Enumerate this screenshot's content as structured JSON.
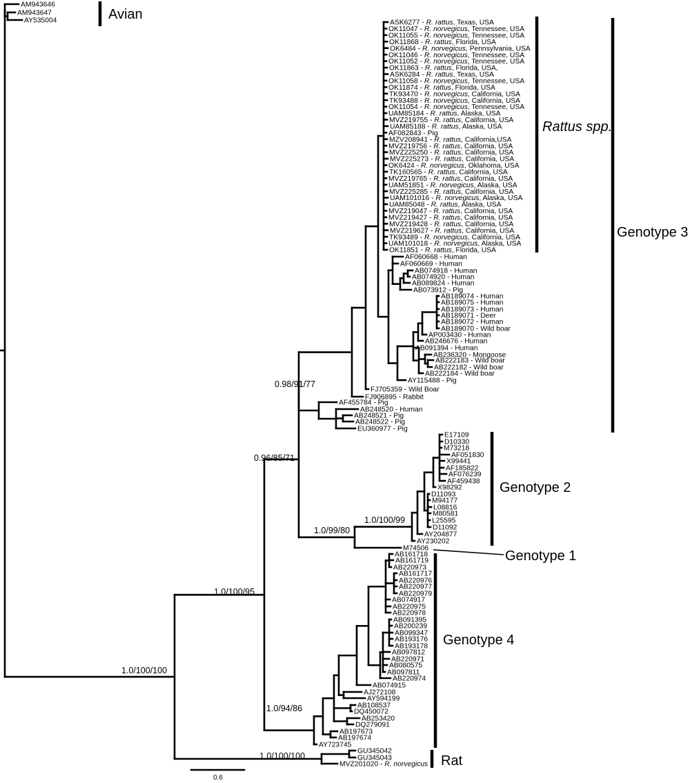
{
  "support_values": {
    "root_main": "1.0/100/100",
    "hev_main": "1.0/100/95",
    "g1_g2_g3": "0.96/85/71",
    "g3": "0.98/91/77",
    "g2": "1.0/100/99",
    "g1_g2": "1.0/99/80",
    "g4": "1.0/94/86",
    "rat": "1.0/100/100"
  },
  "clade_labels": {
    "avian": "Avian",
    "rattus": "Rattus spp.",
    "genotype3": "Genotype 3",
    "genotype2": "Genotype 2",
    "genotype1": "Genotype 1",
    "genotype4": "Genotype 4",
    "rat": "Rat"
  },
  "scale_bar": {
    "label": "0.6",
    "value": 0.6
  },
  "leaves": [
    {
      "id": "avian1",
      "acc": "AM943646",
      "sp": "",
      "host": ""
    },
    {
      "id": "avian2",
      "acc": "AM943647",
      "sp": "",
      "host": ""
    },
    {
      "id": "avian3",
      "acc": "AY535004",
      "sp": "",
      "host": ""
    },
    {
      "id": "r1",
      "acc": "ASK6277 - ",
      "sp": "R. rattus",
      "host": ", Texas, USA"
    },
    {
      "id": "r2",
      "acc": "OK11047 - ",
      "sp": "R. norvegicus",
      "host": ", Tennessee, USA"
    },
    {
      "id": "r3",
      "acc": "OK11055 - ",
      "sp": "R. norvegicus",
      "host": ", Tennessee, USA"
    },
    {
      "id": "r4",
      "acc": "OK11868 - ",
      "sp": "R. rattus",
      "host": ", Florida, USA"
    },
    {
      "id": "r5",
      "acc": "OK6484 - ",
      "sp": "R. norvegicus",
      "host": ", Pennsylvania, USA"
    },
    {
      "id": "r6",
      "acc": "OK11046 - ",
      "sp": "R. norvegicus",
      "host": ", Tennessee, USA"
    },
    {
      "id": "r7",
      "acc": "OK11052 - ",
      "sp": "R. norvegicus",
      "host": ", Tennessee, USA"
    },
    {
      "id": "r8",
      "acc": "OK11863 - ",
      "sp": "R. rattus",
      "host": ", Florida, USA,"
    },
    {
      "id": "r9",
      "acc": "ASK6284 - ",
      "sp": "R. rattus",
      "host": ", Texas, USA"
    },
    {
      "id": "r10",
      "acc": "OK11058 - ",
      "sp": "R. norvegicus",
      "host": ", Tennessee, USA"
    },
    {
      "id": "r11",
      "acc": "OK11874 - ",
      "sp": "R. rattus",
      "host": ", Florida, USA"
    },
    {
      "id": "r12",
      "acc": "TK93470 - ",
      "sp": "R. norvegicus",
      "host": ", California, USA"
    },
    {
      "id": "r13",
      "acc": "TK93488 - ",
      "sp": "R. norvegicus",
      "host": ", California, USA"
    },
    {
      "id": "r14",
      "acc": "OK11054 - ",
      "sp": "R. norvegicus",
      "host": ", Tennessee, USA"
    },
    {
      "id": "r15",
      "acc": "UAM85184 - ",
      "sp": "R. rattus",
      "host": ", Alaska, USA"
    },
    {
      "id": "r16",
      "acc": "MVZ219755 - ",
      "sp": "R. rattus",
      "host": ", California, USA"
    },
    {
      "id": "r17",
      "acc": "UAM85188 - ",
      "sp": "R. rattus",
      "host": ", Alaska, USA"
    },
    {
      "id": "r18",
      "acc": "AF082843 - Pig",
      "sp": "",
      "host": ""
    },
    {
      "id": "r19",
      "acc": "MZV208941 - ",
      "sp": "R. rattus",
      "host": ", California,USA"
    },
    {
      "id": "r20",
      "acc": "MVZ219756 - ",
      "sp": "R. rattus",
      "host": ", California, USA"
    },
    {
      "id": "r21",
      "acc": "MVZ225250 - ",
      "sp": "R. rattus",
      "host": ", California, USA"
    },
    {
      "id": "r22",
      "acc": "MVZ225273 - ",
      "sp": "R. rattus",
      "host": ", California, USA"
    },
    {
      "id": "r23",
      "acc": "OK6424 - ",
      "sp": "R. norvegicus",
      "host": ", Oklahoma, USA"
    },
    {
      "id": "r24",
      "acc": "TK160565 - ",
      "sp": "R. rattus",
      "host": ", California, USA"
    },
    {
      "id": "r25",
      "acc": "MVZ219765 - ",
      "sp": "R. rattus",
      "host": ", California, USA"
    },
    {
      "id": "r26",
      "acc": "UAM51851 - ",
      "sp": "R. norvegicus",
      "host": ", Alaska, USA"
    },
    {
      "id": "r27",
      "acc": "MVZ225285 - ",
      "sp": "R. rattus",
      "host": ", California, USA"
    },
    {
      "id": "r28",
      "acc": "UAM101016 - ",
      "sp": "R. norvegicus",
      "host": ", Alaska, USA"
    },
    {
      "id": "r29",
      "acc": "UAM85048 - ",
      "sp": "R. rattus",
      "host": ", Alaska, USA"
    },
    {
      "id": "r30",
      "acc": "MVZ219047 - ",
      "sp": "R. rattus",
      "host": ", California, USA"
    },
    {
      "id": "r31",
      "acc": "MVZ219427 - ",
      "sp": "R. rattus",
      "host": ", California, USA"
    },
    {
      "id": "r32",
      "acc": "MVZ219428 - ",
      "sp": "R. rattus",
      "host": ", California, USA"
    },
    {
      "id": "r33",
      "acc": "MVZ219627 - ",
      "sp": "R. rattus",
      "host": ", California, USA"
    },
    {
      "id": "r34",
      "acc": "TK93489 - ",
      "sp": "R. norvegicus",
      "host": ", California, USA"
    },
    {
      "id": "r35",
      "acc": "UAM101018 - ",
      "sp": "R. norvegicus",
      "host": ", Alaska, USA"
    },
    {
      "id": "r36",
      "acc": "OK11851 - ",
      "sp": "R. rattus",
      "host": ", Florida, USA"
    },
    {
      "id": "g3a1",
      "acc": "AF060668 - Human",
      "sp": "",
      "host": ""
    },
    {
      "id": "g3a2",
      "acc": "AF060669 - Human",
      "sp": "",
      "host": ""
    },
    {
      "id": "g3a3",
      "acc": "AB074918 - Human",
      "sp": "",
      "host": ""
    },
    {
      "id": "g3a4",
      "acc": "AB074920 - Human",
      "sp": "",
      "host": ""
    },
    {
      "id": "g3a5",
      "acc": "AB089824 - Human",
      "sp": "",
      "host": ""
    },
    {
      "id": "g3a6",
      "acc": "AB073912 - Pig",
      "sp": "",
      "host": ""
    },
    {
      "id": "g3b1",
      "acc": "AB189074 - Human",
      "sp": "",
      "host": ""
    },
    {
      "id": "g3b2",
      "acc": "AB189075 - Human",
      "sp": "",
      "host": ""
    },
    {
      "id": "g3b3",
      "acc": "AB189073 - Human",
      "sp": "",
      "host": ""
    },
    {
      "id": "g3b4",
      "acc": "AB189071 - Deer",
      "sp": "",
      "host": ""
    },
    {
      "id": "g3b5",
      "acc": "AB189072 - Human",
      "sp": "",
      "host": ""
    },
    {
      "id": "g3b6",
      "acc": "AB189070 - Wild boar",
      "sp": "",
      "host": ""
    },
    {
      "id": "g3b7",
      "acc": "AP003430 - Human",
      "sp": "",
      "host": ""
    },
    {
      "id": "g3b8",
      "acc": "AB246676 - Human",
      "sp": "",
      "host": ""
    },
    {
      "id": "g3b9",
      "acc": "AB091394 - Human",
      "sp": "",
      "host": ""
    },
    {
      "id": "g3b10",
      "acc": "AB236320 - Mongoose",
      "sp": "",
      "host": ""
    },
    {
      "id": "g3b11",
      "acc": "AB222183 - Wild boar",
      "sp": "",
      "host": ""
    },
    {
      "id": "g3b12",
      "acc": "AB222182 - Wild boar",
      "sp": "",
      "host": ""
    },
    {
      "id": "g3b13",
      "acc": "AB222184 - Wild boar",
      "sp": "",
      "host": ""
    },
    {
      "id": "g3b14",
      "acc": "AY115488 - Pig",
      "sp": "",
      "host": ""
    },
    {
      "id": "g3c1",
      "acc": "FJ705359 - Wild Boar",
      "sp": "",
      "host": ""
    },
    {
      "id": "g3c2",
      "acc": "FJ906895 - Rabbit",
      "sp": "",
      "host": ""
    },
    {
      "id": "g3c3",
      "acc": "AF455784 - Pig",
      "sp": "",
      "host": ""
    },
    {
      "id": "g3c4",
      "acc": "AB248520 - Human",
      "sp": "",
      "host": ""
    },
    {
      "id": "g3c5",
      "acc": "AB248521 - Pig",
      "sp": "",
      "host": ""
    },
    {
      "id": "g3c6",
      "acc": "AB248522 - Pig",
      "sp": "",
      "host": ""
    },
    {
      "id": "g3c7",
      "acc": "EU360977 - Pig",
      "sp": "",
      "host": ""
    },
    {
      "id": "g2_1",
      "acc": "E17109",
      "sp": "",
      "host": ""
    },
    {
      "id": "g2_2",
      "acc": "D10330",
      "sp": "",
      "host": ""
    },
    {
      "id": "g2_3",
      "acc": "M73218",
      "sp": "",
      "host": ""
    },
    {
      "id": "g2_4",
      "acc": "AF051830",
      "sp": "",
      "host": ""
    },
    {
      "id": "g2_5",
      "acc": "X99441",
      "sp": "",
      "host": ""
    },
    {
      "id": "g2_6",
      "acc": "AF185822",
      "sp": "",
      "host": ""
    },
    {
      "id": "g2_7",
      "acc": "AF076239",
      "sp": "",
      "host": ""
    },
    {
      "id": "g2_8",
      "acc": "AF459438",
      "sp": "",
      "host": ""
    },
    {
      "id": "g2_9",
      "acc": "X98292",
      "sp": "",
      "host": ""
    },
    {
      "id": "g2_10",
      "acc": "D11093",
      "sp": "",
      "host": ""
    },
    {
      "id": "g2_11",
      "acc": "M94177",
      "sp": "",
      "host": ""
    },
    {
      "id": "g2_12",
      "acc": "L08816",
      "sp": "",
      "host": ""
    },
    {
      "id": "g2_13",
      "acc": "M80581",
      "sp": "",
      "host": ""
    },
    {
      "id": "g2_14",
      "acc": "L25595",
      "sp": "",
      "host": ""
    },
    {
      "id": "g2_15",
      "acc": "D11092",
      "sp": "",
      "host": ""
    },
    {
      "id": "g2_16",
      "acc": "AY204877",
      "sp": "",
      "host": ""
    },
    {
      "id": "g2_17",
      "acc": "AY230202",
      "sp": "",
      "host": ""
    },
    {
      "id": "g1_1",
      "acc": "M74506",
      "sp": "",
      "host": ""
    },
    {
      "id": "g4_1",
      "acc": "AB161718",
      "sp": "",
      "host": ""
    },
    {
      "id": "g4_2",
      "acc": "AB161719",
      "sp": "",
      "host": ""
    },
    {
      "id": "g4_3",
      "acc": "AB220973",
      "sp": "",
      "host": ""
    },
    {
      "id": "g4_4",
      "acc": "AB161717",
      "sp": "",
      "host": ""
    },
    {
      "id": "g4_5",
      "acc": "AB220976",
      "sp": "",
      "host": ""
    },
    {
      "id": "g4_6",
      "acc": "AB220977",
      "sp": "",
      "host": ""
    },
    {
      "id": "g4_7",
      "acc": "AB220979",
      "sp": "",
      "host": ""
    },
    {
      "id": "g4_8",
      "acc": "AB074917",
      "sp": "",
      "host": ""
    },
    {
      "id": "g4_9",
      "acc": "AB220975",
      "sp": "",
      "host": ""
    },
    {
      "id": "g4_10",
      "acc": "AB220978",
      "sp": "",
      "host": ""
    },
    {
      "id": "g4_11",
      "acc": "AB091395",
      "sp": "",
      "host": ""
    },
    {
      "id": "g4_12",
      "acc": "AB200239",
      "sp": "",
      "host": ""
    },
    {
      "id": "g4_13",
      "acc": "AB099347",
      "sp": "",
      "host": ""
    },
    {
      "id": "g4_14",
      "acc": "AB193176",
      "sp": "",
      "host": ""
    },
    {
      "id": "g4_15",
      "acc": "AB193178",
      "sp": "",
      "host": ""
    },
    {
      "id": "g4_16",
      "acc": "AB097812",
      "sp": "",
      "host": ""
    },
    {
      "id": "g4_17",
      "acc": "AB220971",
      "sp": "",
      "host": ""
    },
    {
      "id": "g4_18",
      "acc": "AB080575",
      "sp": "",
      "host": ""
    },
    {
      "id": "g4_19",
      "acc": "AB097811",
      "sp": "",
      "host": ""
    },
    {
      "id": "g4_20",
      "acc": "AB220974",
      "sp": "",
      "host": ""
    },
    {
      "id": "g4_21",
      "acc": "AB074915",
      "sp": "",
      "host": ""
    },
    {
      "id": "g4_22",
      "acc": "AJ272108",
      "sp": "",
      "host": ""
    },
    {
      "id": "g4_23",
      "acc": "AY594199",
      "sp": "",
      "host": ""
    },
    {
      "id": "g4_24",
      "acc": "AB108537",
      "sp": "",
      "host": ""
    },
    {
      "id": "g4_25",
      "acc": "DQ450072",
      "sp": "",
      "host": ""
    },
    {
      "id": "g4_26",
      "acc": "AB253420",
      "sp": "",
      "host": ""
    },
    {
      "id": "g4_27",
      "acc": "DQ279091",
      "sp": "",
      "host": ""
    },
    {
      "id": "g4_28",
      "acc": "AB197673",
      "sp": "",
      "host": ""
    },
    {
      "id": "g4_29",
      "acc": "AB197674",
      "sp": "",
      "host": ""
    },
    {
      "id": "g4_30",
      "acc": "AY723745",
      "sp": "",
      "host": ""
    },
    {
      "id": "rat1",
      "acc": "GU345042",
      "sp": "",
      "host": ""
    },
    {
      "id": "rat2",
      "acc": "GU345043",
      "sp": "",
      "host": ""
    },
    {
      "id": "rat3",
      "acc": "MVZ201020 - ",
      "sp": "R. norvegicus",
      "host": ""
    }
  ]
}
